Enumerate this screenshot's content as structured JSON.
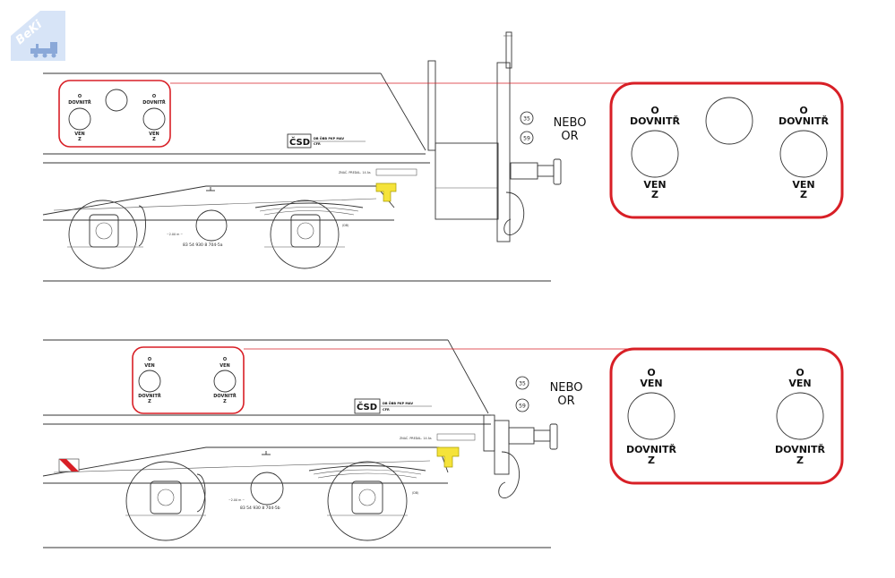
{
  "logo": {
    "text": "BeKi",
    "color": "#a9c4ec"
  },
  "colors": {
    "callout": "#d81f26",
    "leader": "#d81f26",
    "coupling": "#f5e33a",
    "line": "#333333"
  },
  "top": {
    "small_left": {
      "top": "O",
      "mid": "DOVNITŘ",
      "bottom1": "VEN",
      "bottom2": "Z"
    },
    "small_right": {
      "top": "O",
      "mid": "DOVNITŘ",
      "bottom1": "VEN",
      "bottom2": "Z"
    },
    "big_left": {
      "top": "O",
      "mid": "DOVNITŘ",
      "bottom1": "VEN",
      "bottom2": "Z"
    },
    "big_right": {
      "top": "O",
      "mid": "DOVNITŘ",
      "bottom1": "VEN",
      "bottom2": "Z"
    },
    "nebo": "NEBO",
    "or": "OR",
    "speed1": "35",
    "speed2": "59",
    "marking": {
      "main": "ČSD",
      "line1": "DB  ÖBB  PKP  MAV",
      "line2": "CFR"
    },
    "number": "83 54 930 8 704-5a",
    "length_label": "~2.00 m ~",
    "tag": "(DB)",
    "plate": "ZNAČ. PREDAL. 14 As"
  },
  "bottom": {
    "small_left": {
      "top": "O",
      "mid": "VEN",
      "bottom1": "DOVNITŘ",
      "bottom2": "Z"
    },
    "small_right": {
      "top": "O",
      "mid": "VEN",
      "bottom1": "DOVNITŘ",
      "bottom2": "Z"
    },
    "big_left": {
      "top": "O",
      "mid": "VEN",
      "bottom1": "DOVNITŘ",
      "bottom2": "Z"
    },
    "big_right": {
      "top": "O",
      "mid": "VEN",
      "bottom1": "DOVNITŘ",
      "bottom2": "Z"
    },
    "nebo": "NEBO",
    "or": "OR",
    "speed1": "35",
    "speed2": "59",
    "marking": {
      "main": "ČSD",
      "line1": "DB  ÖBB  PKP  MAV",
      "line2": "CFR"
    },
    "number": "83 54 930 8 704-5b",
    "length_label": "~2.00 m ~",
    "tag": "(DB)",
    "plate": "ZNAČ. PREDAL. 14 As"
  }
}
